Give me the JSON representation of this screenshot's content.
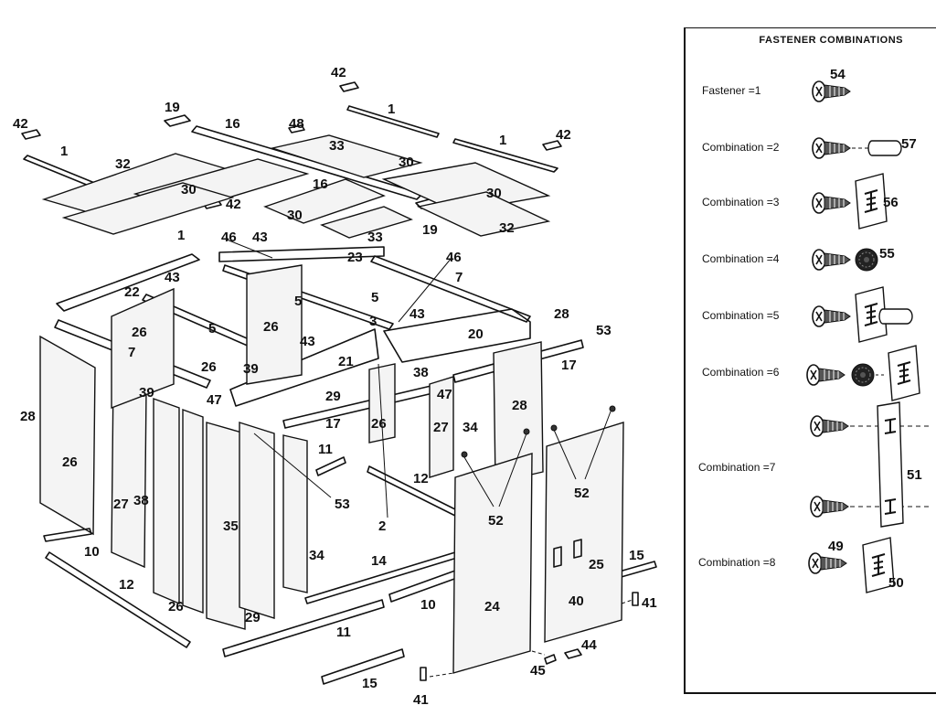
{
  "legend": {
    "title": "FASTENER COMBINATIONS",
    "items": [
      {
        "label": "Fastener =1",
        "parts": [
          "54"
        ]
      },
      {
        "label": "Combination =2",
        "parts": [
          "57"
        ]
      },
      {
        "label": "Combination =3",
        "parts": [
          "56"
        ]
      },
      {
        "label": "Combination =4",
        "parts": [
          "55"
        ]
      },
      {
        "label": "Combination =5",
        "parts": []
      },
      {
        "label": "Combination =6",
        "parts": []
      },
      {
        "label": "Combination =7",
        "parts": [
          "51"
        ]
      },
      {
        "label": "Combination =8",
        "parts": [
          "49",
          "50"
        ]
      }
    ]
  },
  "callouts": {
    "c42a": "42",
    "c42b": "42",
    "c42c": "42",
    "c42d": "42",
    "c1a": "1",
    "c1b": "1",
    "c1c": "1",
    "c1d": "1",
    "c19a": "19",
    "c19b": "19",
    "c16a": "16",
    "c16b": "16",
    "c48": "48",
    "c33a": "33",
    "c33b": "33",
    "c30a": "30",
    "c30b": "30",
    "c30c": "30",
    "c30d": "30",
    "c32a": "32",
    "c32b": "32",
    "c46a": "46",
    "c46b": "46",
    "c43a": "43",
    "c43b": "43",
    "c43c": "43",
    "c43d": "43",
    "c23": "23",
    "c7a": "7",
    "c7b": "7",
    "c5a": "5",
    "c5b": "5",
    "c5c": "5",
    "c3": "3",
    "c22": "22",
    "c26a": "26",
    "c26b": "26",
    "c26c": "26",
    "c26d": "26",
    "c26e": "26",
    "c26f": "26",
    "c20": "20",
    "c53a": "53",
    "c53b": "53",
    "c21": "21",
    "c39a": "39",
    "c39b": "39",
    "c38a": "38",
    "c38b": "38",
    "c17a": "17",
    "c17b": "17",
    "c47a": "47",
    "c47b": "47",
    "c28a": "28",
    "c28b": "28",
    "c29a": "29",
    "c29b": "29",
    "c27a": "27",
    "c27b": "27",
    "c34a": "34",
    "c34b": "34",
    "c11a": "11",
    "c11b": "11",
    "c12a": "12",
    "c12b": "12",
    "c52a": "52",
    "c52b": "52",
    "c2": "2",
    "c35": "35",
    "c10a": "10",
    "c10b": "10",
    "c14": "14",
    "c25": "25",
    "c15a": "15",
    "c15b": "15",
    "c24": "24",
    "c40": "40",
    "c41a": "41",
    "c41b": "41",
    "c44": "44",
    "c45": "45",
    "c54": "54",
    "c57": "57",
    "c56": "56",
    "c55": "55",
    "c51": "51",
    "c49": "49",
    "c50": "50"
  }
}
